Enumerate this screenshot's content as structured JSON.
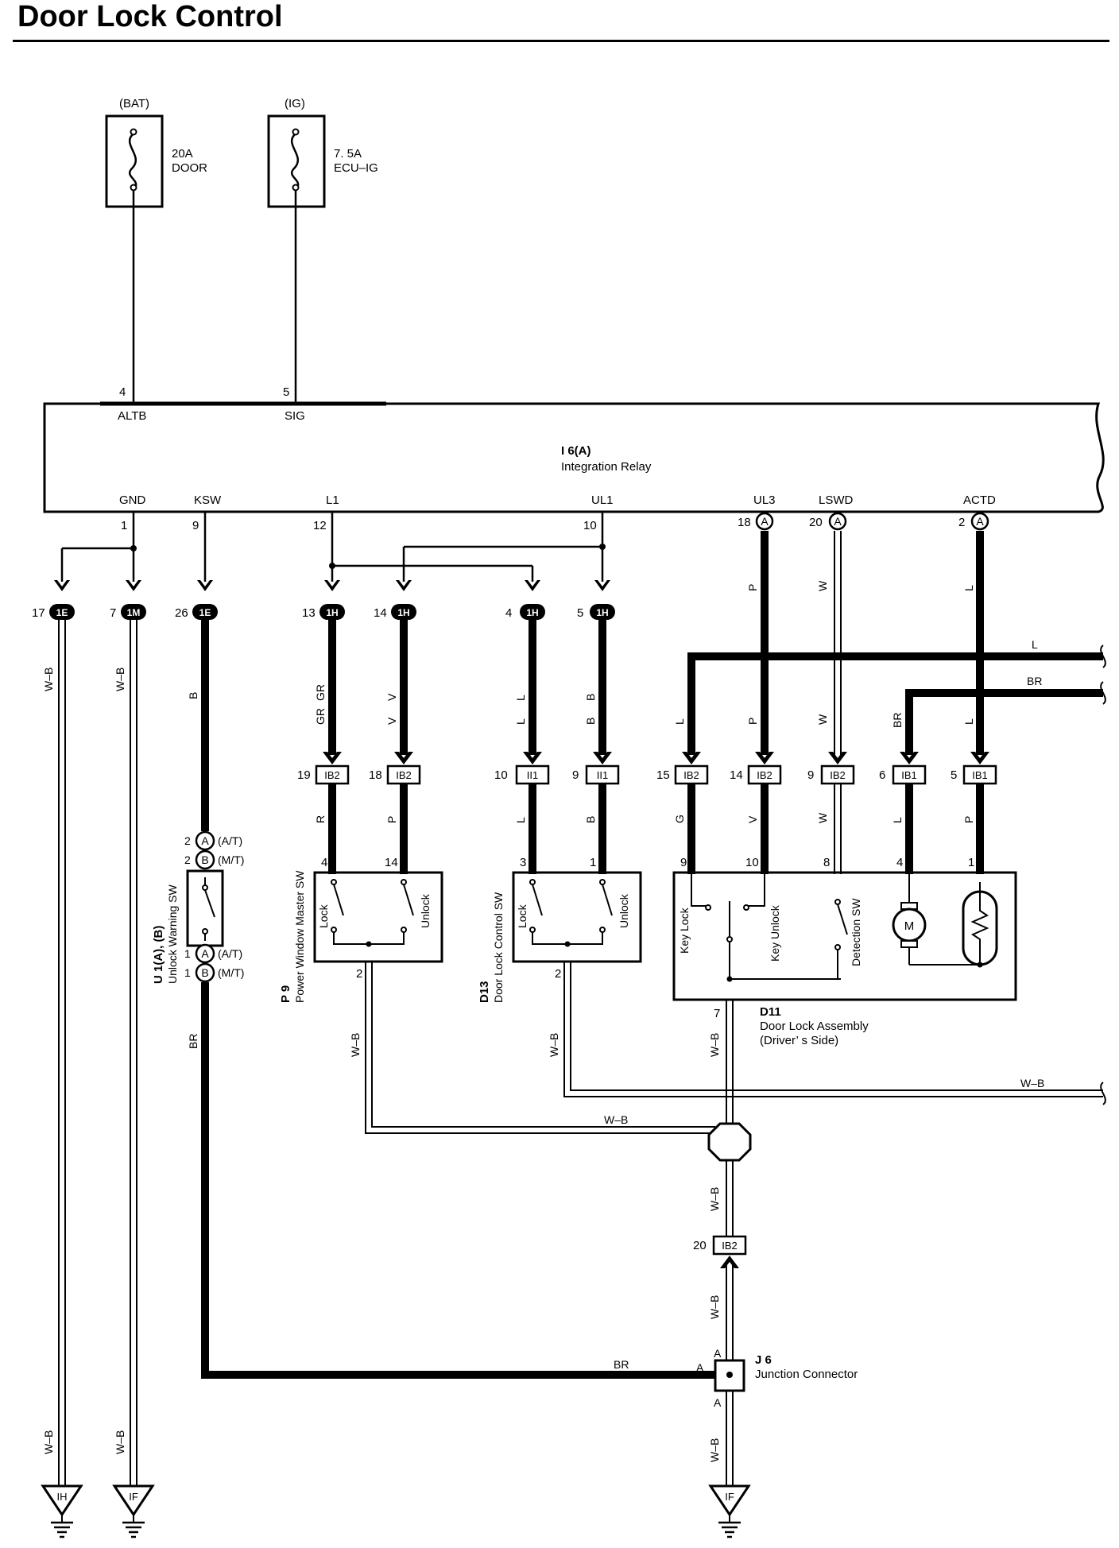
{
  "title": "Door Lock Control",
  "fuses": [
    {
      "source": "(BAT)",
      "rating": "20A",
      "name": "DOOR"
    },
    {
      "source": "(IG)",
      "rating": "7. 5A",
      "name": "ECU–IG"
    }
  ],
  "relay": {
    "id": "I 6(A)",
    "name": "Integration Relay",
    "top_pins": [
      {
        "num": "4",
        "name": "ALTB"
      },
      {
        "num": "5",
        "name": "SIG"
      }
    ],
    "bottom_pins": [
      {
        "num": "1",
        "name": "GND"
      },
      {
        "num": "9",
        "name": "KSW"
      },
      {
        "num": "12",
        "name": "L1"
      },
      {
        "num": "10",
        "name": "UL1"
      },
      {
        "num": "18",
        "name": "UL3",
        "conn": "A"
      },
      {
        "num": "20",
        "name": "LSWD",
        "conn": "A"
      },
      {
        "num": "2",
        "name": "ACTD",
        "conn": "A"
      }
    ]
  },
  "upper_connectors": [
    {
      "num": "17",
      "code": "1E"
    },
    {
      "num": "7",
      "code": "1M"
    },
    {
      "num": "26",
      "code": "1E"
    },
    {
      "num": "13",
      "code": "1H"
    },
    {
      "num": "14",
      "code": "1H"
    },
    {
      "num": "4",
      "code": "1H"
    },
    {
      "num": "5",
      "code": "1H"
    }
  ],
  "wire_colors_upper": [
    "W–B",
    "W–B",
    "B",
    "GR",
    "V",
    "L",
    "B"
  ],
  "lower_connectors": [
    {
      "num": "19",
      "code": "IB2",
      "color_above": "GR",
      "color_below": "R"
    },
    {
      "num": "18",
      "code": "IB2",
      "color_above": "V",
      "color_below": "P"
    },
    {
      "num": "10",
      "code": "II1",
      "color_above": "L",
      "color_below": "L"
    },
    {
      "num": "9",
      "code": "II1",
      "color_above": "B",
      "color_below": "B"
    },
    {
      "num": "15",
      "code": "IB2",
      "color_above": "L",
      "color_below": "G"
    },
    {
      "num": "14",
      "code": "IB2",
      "color_above": "P",
      "color_below": "V"
    },
    {
      "num": "9",
      "code": "IB2",
      "color_above": "W",
      "color_below": "W"
    },
    {
      "num": "6",
      "code": "IB1",
      "color_above": "BR",
      "color_below": "L"
    },
    {
      "num": "5",
      "code": "IB1",
      "color_above": "L",
      "color_below": "P"
    }
  ],
  "relay_colors": [
    "P",
    "W",
    "L"
  ],
  "bus_labels": [
    "L",
    "BR"
  ],
  "warning_switch": {
    "id": "U 1(A), (B)",
    "name": "Unlock Warning SW",
    "pins": [
      {
        "num": "2",
        "conn": "A",
        "variant": "(A/T)"
      },
      {
        "num": "2",
        "conn": "B",
        "variant": "(M/T)"
      },
      {
        "num": "1",
        "conn": "A",
        "variant": "(A/T)"
      },
      {
        "num": "1",
        "conn": "B",
        "variant": "(M/T)"
      }
    ],
    "wire_color": "BR"
  },
  "pw_switch": {
    "id": "P 9",
    "name": "Power Window Master SW",
    "pins": [
      "4",
      "14",
      "2"
    ],
    "labels": [
      "Lock",
      "Unlock"
    ]
  },
  "dlc_switch": {
    "id": "D13",
    "name": "Door Lock Control SW",
    "pins": [
      "3",
      "1",
      "2"
    ],
    "labels": [
      "Lock",
      "Unlock"
    ]
  },
  "door_lock_assembly": {
    "id": "D11",
    "name": "Door Lock Assembly",
    "side": "(Driver’ s Side)",
    "pins": [
      "9",
      "10",
      "8",
      "4",
      "1",
      "7"
    ],
    "labels": [
      "Key Lock",
      "Key Unlock",
      "Detection SW"
    ],
    "motor": "M"
  },
  "ground_wire": "W–B",
  "ib2_20": {
    "num": "20",
    "code": "IB2"
  },
  "junction": {
    "id": "J 6",
    "name": "Junction Connector",
    "pin": "A",
    "wire": "BR"
  },
  "grounds": [
    "IH",
    "IF",
    "IF"
  ]
}
